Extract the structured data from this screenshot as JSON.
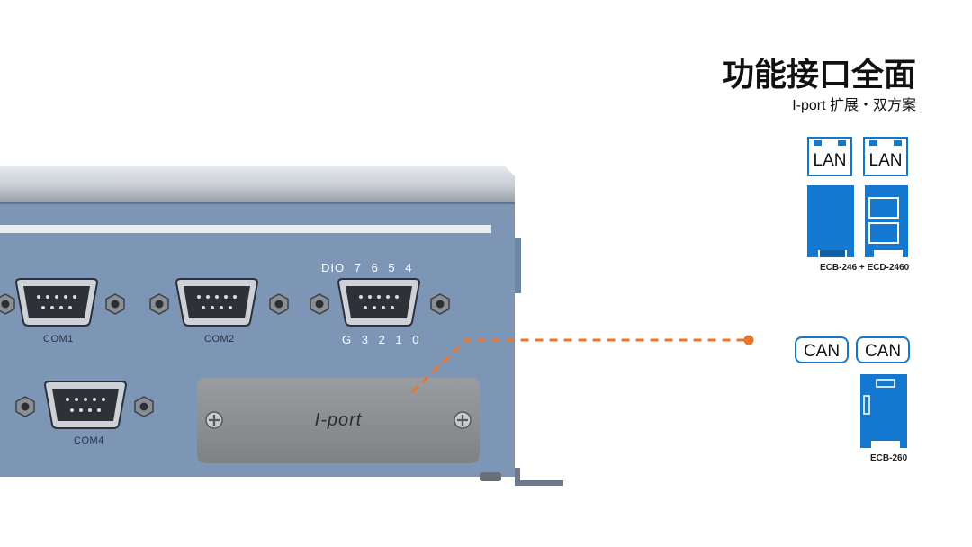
{
  "header": {
    "title": "功能接口全面",
    "subtitle": "I-port 扩展・双方案"
  },
  "device": {
    "ports": [
      {
        "label": "COM1"
      },
      {
        "label": "COM2"
      },
      {
        "label": "COM4"
      }
    ],
    "dio_pins_top": "DIO 7 6 5 4",
    "dio_pins_bottom": "G 3 2 1 0",
    "iport_label": "I-port"
  },
  "solutions": {
    "lan_option": {
      "ports": [
        "LAN",
        "LAN"
      ],
      "caption": "ECB-246 + ECD-2460"
    },
    "can_option": {
      "ports": [
        "CAN",
        "CAN"
      ],
      "caption": "ECB-260"
    }
  },
  "colors": {
    "accent_blue": "#1478d0",
    "callout_orange": "#e8772e",
    "panel_blue": "#7d96b6"
  }
}
